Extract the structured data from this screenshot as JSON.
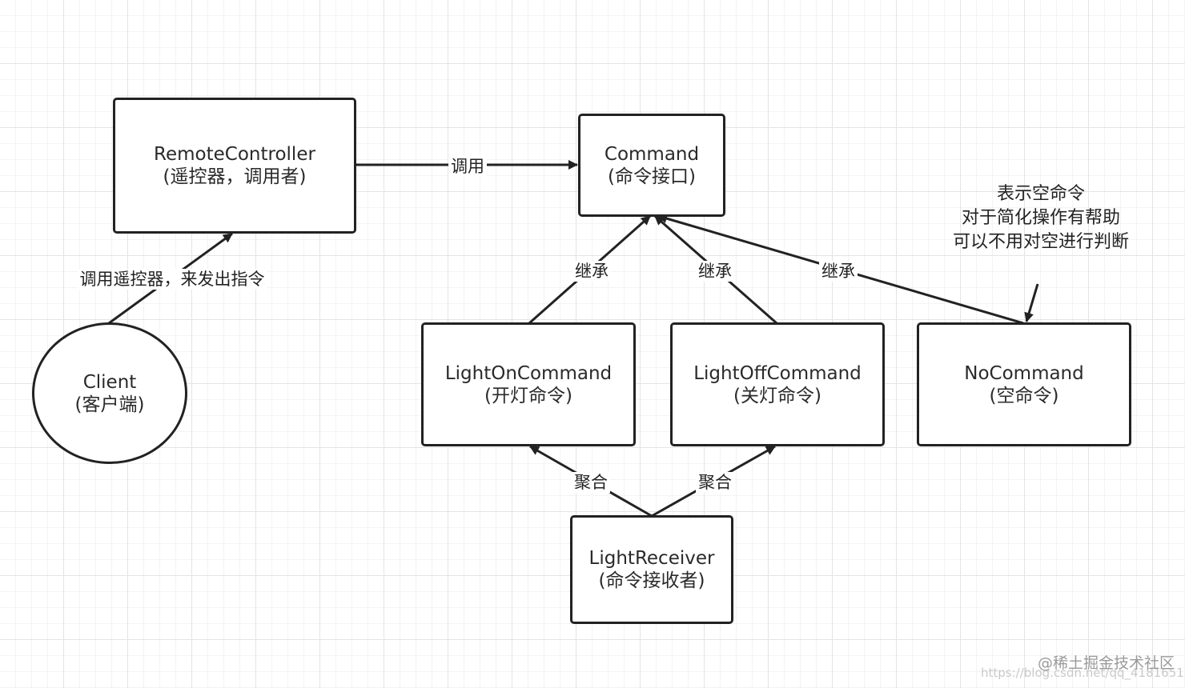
{
  "nodes": {
    "remote_controller": {
      "title": "RemoteController",
      "subtitle": "(遥控器，调用者)"
    },
    "command": {
      "title": "Command",
      "subtitle": "(命令接口)"
    },
    "client": {
      "title": "Client",
      "subtitle": "(客户端)"
    },
    "light_on_command": {
      "title": "LightOnCommand",
      "subtitle": "(开灯命令)"
    },
    "light_off_command": {
      "title": "LightOffCommand",
      "subtitle": "(关灯命令)"
    },
    "no_command": {
      "title": "NoCommand",
      "subtitle": "(空命令)"
    },
    "light_receiver": {
      "title": "LightReceiver",
      "subtitle": "(命令接收者)"
    }
  },
  "edges": {
    "client_to_remote": "调用遥控器，来发出指令",
    "remote_to_command": "调用",
    "on_inherits": "继承",
    "off_inherits": "继承",
    "no_inherits": "继承",
    "receiver_to_on": "聚合",
    "receiver_to_off": "聚合"
  },
  "note": {
    "lines": [
      "表示空命令",
      "对于简化操作有帮助",
      "可以不用对空进行判断"
    ]
  },
  "watermark": {
    "brand": "@稀土掘金技术社区",
    "url": "https://blog.csdn.net/qq_41816516"
  }
}
